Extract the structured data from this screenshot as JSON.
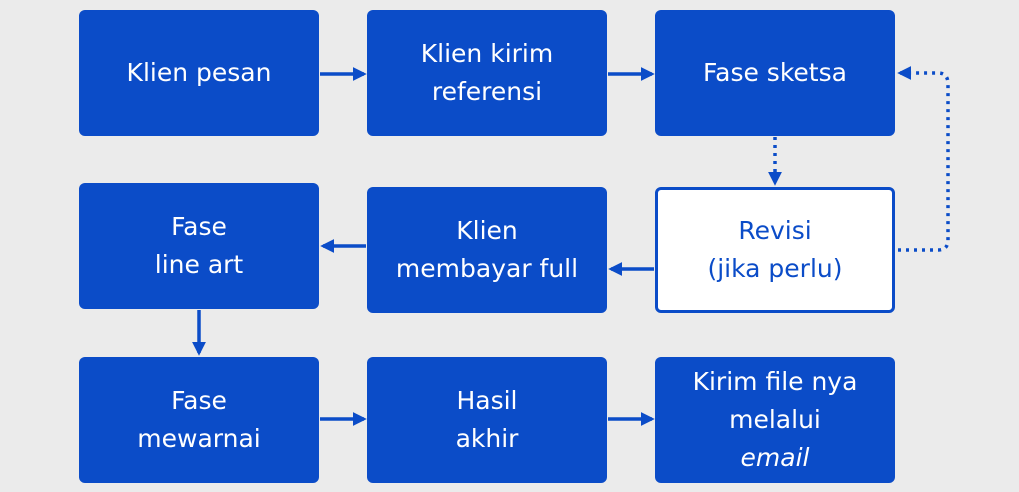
{
  "colors": {
    "background": "#ebebeb",
    "node_fill": "#0b4cc8",
    "node_text": "#ffffff",
    "outline_fill": "#ffffff"
  },
  "nodes": {
    "klien_pesan": {
      "line1": "Klien pesan"
    },
    "klien_kirim_referensi": {
      "line1": "Klien kirim",
      "line2": "referensi"
    },
    "fase_sketsa": {
      "line1": "Fase sketsa"
    },
    "fase_line_art": {
      "line1": "Fase",
      "line2": "line art"
    },
    "klien_membayar_full": {
      "line1": "Klien",
      "line2": "membayar full"
    },
    "revisi": {
      "line1": "Revisi",
      "line2": "(jika perlu)"
    },
    "fase_mewarnai": {
      "line1": "Fase",
      "line2": "mewarnai"
    },
    "hasil_akhir": {
      "line1": "Hasil",
      "line2": "akhir"
    },
    "kirim_file": {
      "line1": "Kirim file nya",
      "line2_plain": "melalui ",
      "line2_em": "email"
    }
  }
}
